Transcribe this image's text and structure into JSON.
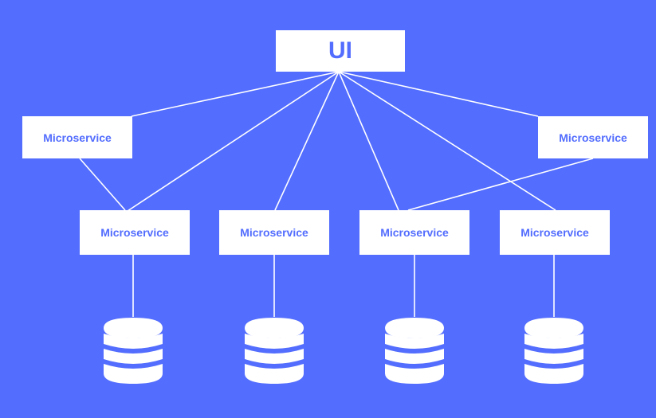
{
  "colors": {
    "background": "#536dfe",
    "box_fill": "#ffffff",
    "text": "#536dfe",
    "lines": "#ffffff",
    "database_fill": "#ffffff"
  },
  "diagram": {
    "ui": {
      "label": "UI"
    },
    "upper_services": [
      {
        "label": "Microservice"
      },
      {
        "label": "Microservice"
      }
    ],
    "lower_services": [
      {
        "label": "Microservice"
      },
      {
        "label": "Microservice"
      },
      {
        "label": "Microservice"
      },
      {
        "label": "Microservice"
      }
    ],
    "databases": [
      {
        "icon": "database-icon"
      },
      {
        "icon": "database-icon"
      },
      {
        "icon": "database-icon"
      },
      {
        "icon": "database-icon"
      }
    ]
  }
}
